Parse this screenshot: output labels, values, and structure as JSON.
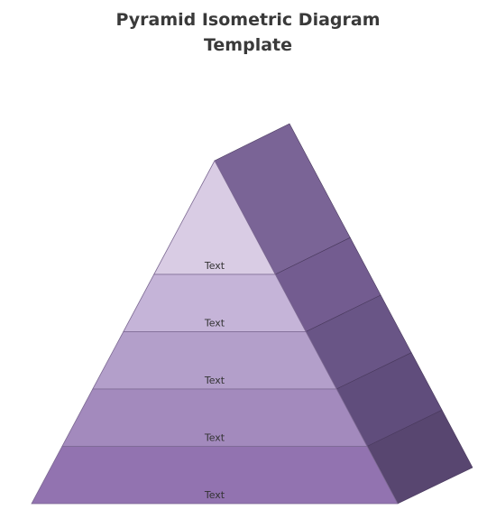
{
  "title": {
    "line1": "Pyramid Isometric Diagram",
    "line2": "Template"
  },
  "pyramid": {
    "levels": [
      {
        "label": "Text",
        "front_color": "#d9cce4",
        "side_color": "#7a6496"
      },
      {
        "label": "Text",
        "front_color": "#c5b4d8",
        "side_color": "#735c90"
      },
      {
        "label": "Text",
        "front_color": "#b39fca",
        "side_color": "#695586"
      },
      {
        "label": "Text",
        "front_color": "#a38abd",
        "side_color": "#604d7c"
      },
      {
        "label": "Text",
        "front_color": "#9273b0",
        "side_color": "#584670"
      }
    ],
    "divider_color": "#7d6a93"
  }
}
